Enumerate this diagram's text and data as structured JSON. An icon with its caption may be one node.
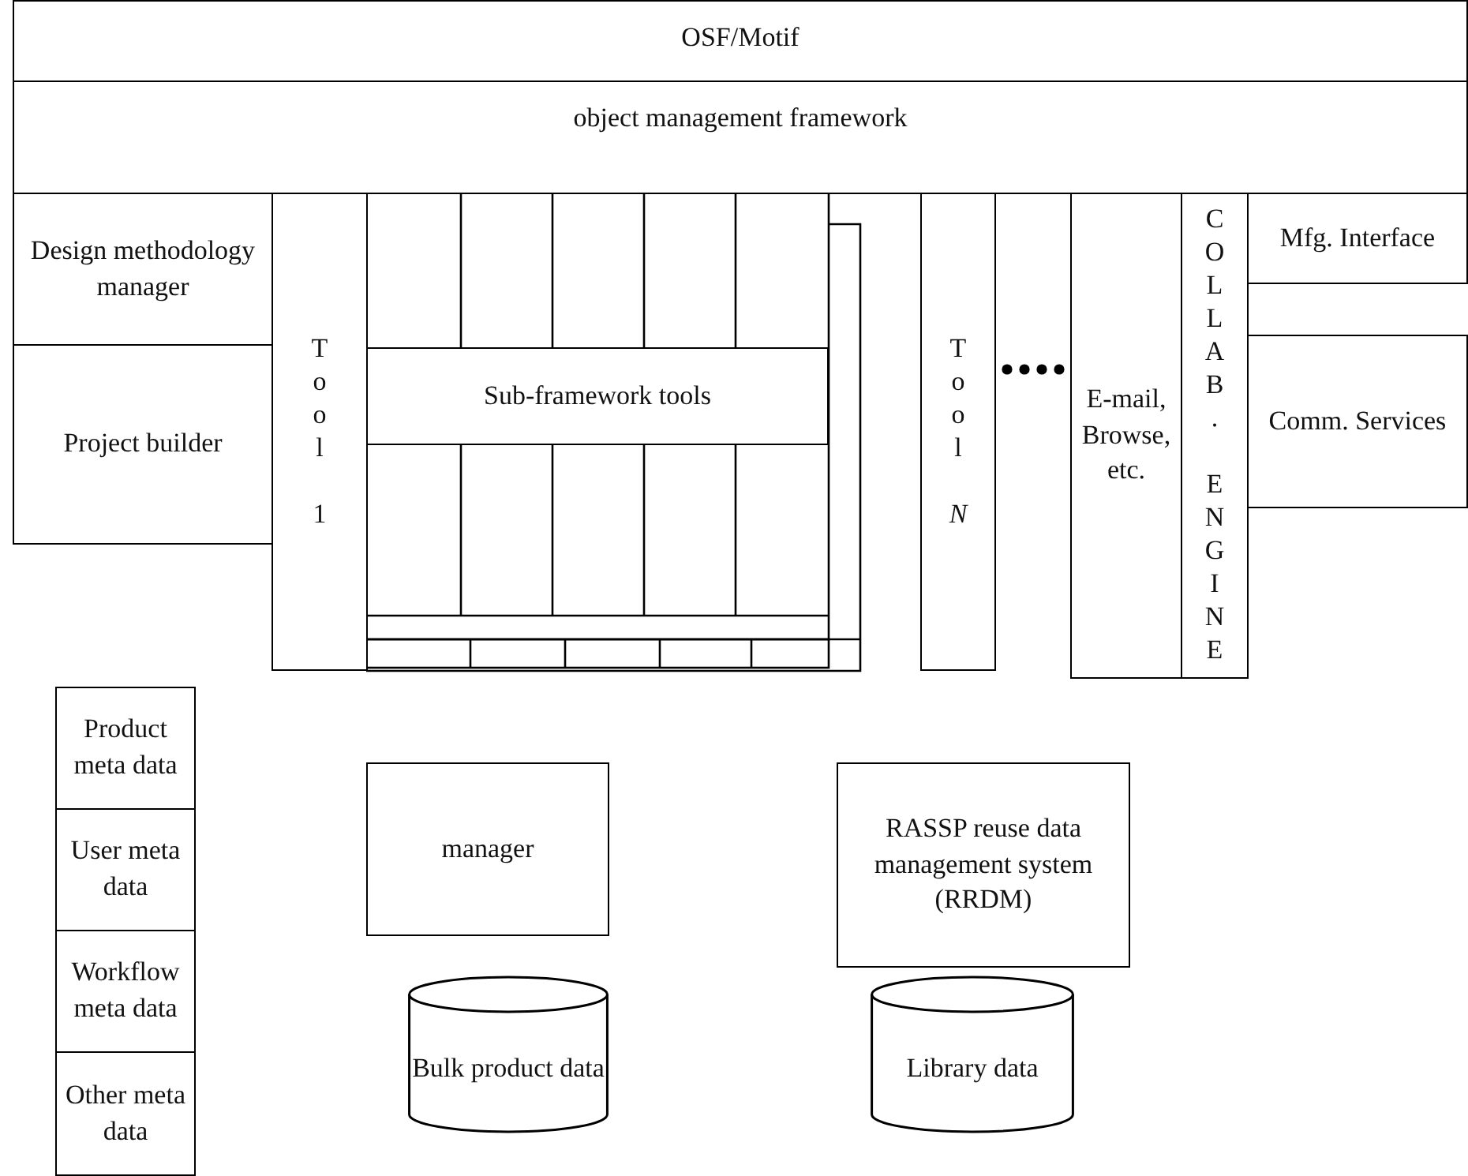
{
  "diagram": {
    "nodes": [
      {
        "text": [
          "OSF/Motif"
        ]
      },
      {
        "text": [
          "object management framework"
        ]
      },
      {
        "text": [
          "Design methodology manager"
        ]
      },
      {
        "text": [
          "Project builder"
        ]
      },
      {
        "text": [
          "Tool 1"
        ]
      },
      {
        "text": [
          "Sub-framework tools"
        ]
      },
      {
        "text": [
          "Tool *N*"
        ]
      },
      {
        "text": [
          "E-mail, Browse, etc."
        ]
      },
      {
        "text": [
          "COLLAB. ENGINE"
        ]
      },
      {
        "text": [
          "Mfg. Interface"
        ]
      },
      {
        "text": [
          "Comm. Services"
        ]
      },
      {
        "text": [
          "Product meta data"
        ]
      },
      {
        "text": [
          "User meta data"
        ]
      },
      {
        "text": [
          "Workflow meta data"
        ]
      },
      {
        "text": [
          "Other meta data"
        ]
      },
      {
        "text": [
          "manager"
        ]
      },
      {
        "text": [
          "RASSP reuse data management system (RRDM)"
        ]
      },
      {
        "text": [
          "Bulk product data"
        ]
      },
      {
        "text": [
          "Library data"
        ]
      }
    ]
  }
}
